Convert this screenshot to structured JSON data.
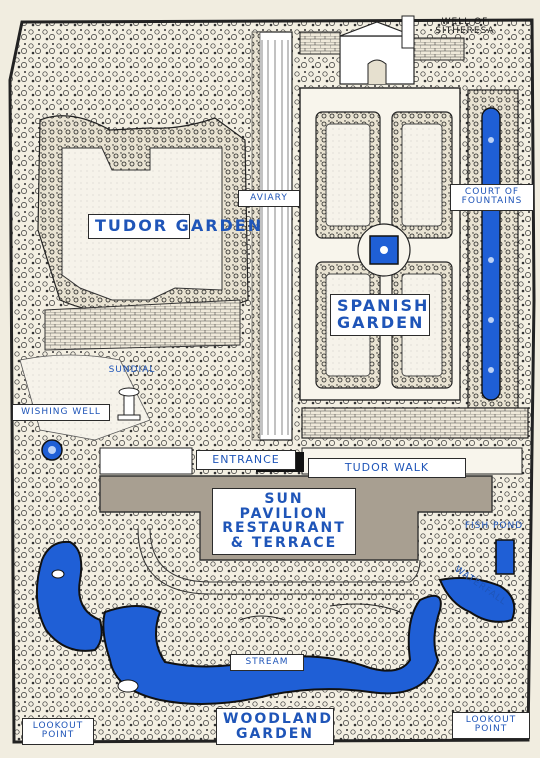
{
  "map": {
    "labels": {
      "tudor_garden": "TUDOR GARDEN",
      "aviary": "AVIARY",
      "well_of_sitheresa": "WELL of SITHERESA",
      "court_of_fountains": "COURT of FOUNTAINS",
      "spanish_garden": "SPANISH GARDEN",
      "sundial": "SUNDIAL",
      "wishing_well": "WISHING WELL",
      "entrance": "ENTRANCE",
      "tudor_walk": "TUDOR WALK",
      "sun_pavilion": "SUN PAVILION RESTAURANT & TERRACE",
      "fish_pond": "FISH POND",
      "waterfall": "WATERFALL",
      "stream": "STREAM",
      "woodland_garden": "WOODLAND GARDEN",
      "lookout_point_left": "LOOKOUT POINT",
      "lookout_point_right": "LOOKOUT POINT"
    },
    "colors": {
      "paper": "#f1ede0",
      "water": "#1f5fd6",
      "ink": "#2b2b2b",
      "label_text": "#1f55b8",
      "pavilion": "#a89f91"
    }
  }
}
